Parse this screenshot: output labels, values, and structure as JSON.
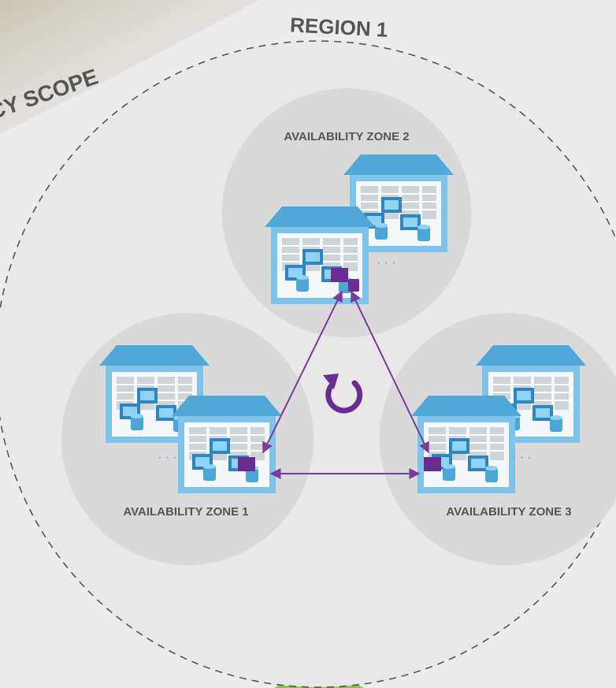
{
  "scope_label": "CY SCOPE",
  "region": {
    "label": "REGION 1"
  },
  "zones": [
    {
      "label": "AVAILABILITY ZONE 2"
    },
    {
      "label": "AVAILABILITY ZONE 1"
    },
    {
      "label": "AVAILABILITY ZONE 3"
    }
  ],
  "colors": {
    "background": "#ececec",
    "zone_fill": "#d9d9d9",
    "building_roof": "#4fa8d8",
    "building_wall": "#7ec3ea",
    "server_blue": "#4aa6d6",
    "highlight_purple": "#6b2c91",
    "arrow": "#7a3aa0",
    "green_accent": "#8dc63f"
  },
  "icons": [
    "datacenter-building-icon",
    "replication-cycle-icon",
    "bidirectional-arrow"
  ]
}
